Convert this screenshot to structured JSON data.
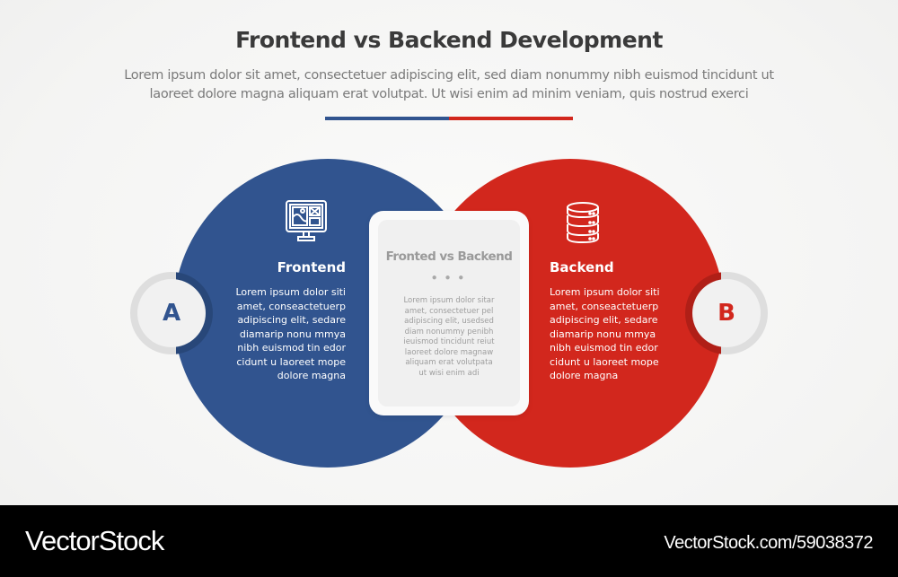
{
  "header": {
    "title": "Frontend vs Backend Development",
    "subtitle_line1": "Lorem ipsum dolor sit amet, consectetuer adipiscing elit, sed diam nonummy nibh euismod tincidunt ut",
    "subtitle_line2": "laoreet dolore magna aliquam erat volutpat. Ut wisi enim ad minim veniam, quis nostrud exerci"
  },
  "colors": {
    "blue": "#31548f",
    "red": "#d2271d",
    "blue_dark": "#284779",
    "red_dark": "#b01f17"
  },
  "left": {
    "badge": "A",
    "icon": "monitor-layout-icon",
    "heading": "Frontend",
    "body": [
      "Lorem ipsum dolor siti",
      "amet, conseactetuerp",
      "adipiscing elit, sedare",
      "diamarip nonu mmya",
      "nibh euismod tin edor",
      "cidunt u laoreet mope",
      "dolore magna"
    ]
  },
  "right": {
    "badge": "B",
    "icon": "database-server-icon",
    "heading": "Backend",
    "body": [
      "Lorem ipsum dolor siti",
      "amet, conseactetuerp",
      "adipiscing elit, sedare",
      "diamarip nonu mmya",
      "nibh euismod tin edor",
      "cidunt u laoreet mope",
      "dolore magna"
    ]
  },
  "center": {
    "title": "Fronted vs Backend",
    "dots": "● ● ●",
    "body": [
      "Lorem ipsum dolor sitar",
      "amet, consectetuer pel",
      "adipiscing elit, usedsed",
      "diam nonummy penibh",
      "ieuismod tincidunt reiut",
      "laoreet dolore magnaw",
      "aliquam erat volutpata",
      "ut wisi enim adi"
    ]
  },
  "footer": {
    "logo": "VectorStock",
    "url": "VectorStock.com/59038372"
  }
}
